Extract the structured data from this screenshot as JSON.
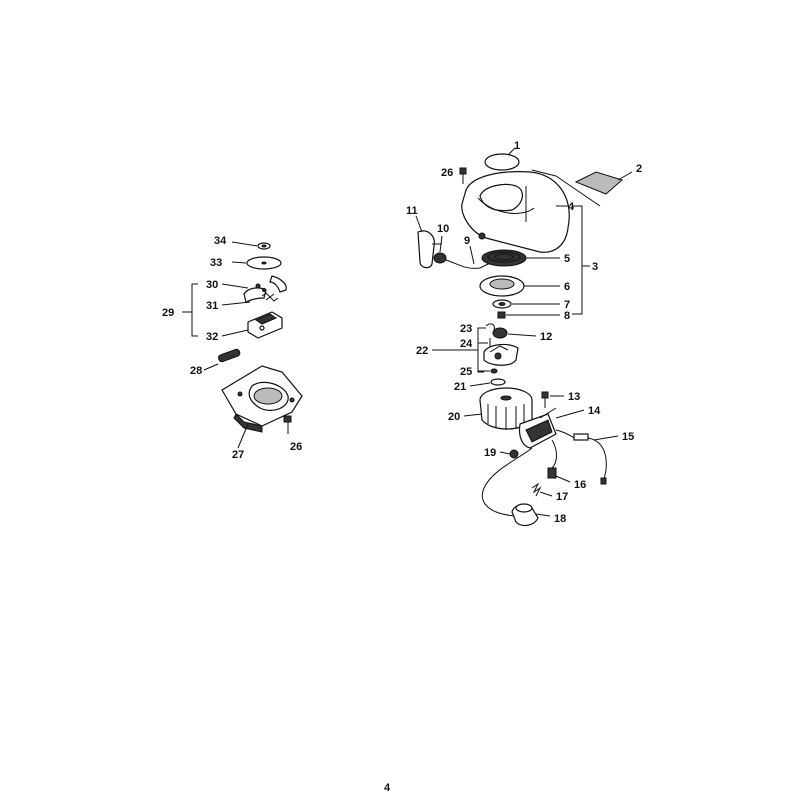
{
  "labels": {
    "p1": "1",
    "p2": "2",
    "p3": "3",
    "p4": "4",
    "p5": "5",
    "p6": "6",
    "p7": "7",
    "p8": "8",
    "p9": "9",
    "p10": "10",
    "p11": "11",
    "p12": "12",
    "p13": "13",
    "p14": "14",
    "p15": "15",
    "p16": "16",
    "p17": "17",
    "p18": "18",
    "p19": "19",
    "p20": "20",
    "p21": "21",
    "p22": "22",
    "p23": "23",
    "p24": "24",
    "p25": "25",
    "p26a": "26",
    "p26b": "26",
    "p27": "27",
    "p28": "28",
    "p29": "29",
    "p30": "30",
    "p31": "31",
    "p32": "32",
    "p33": "33",
    "p34": "34"
  },
  "page_number": "4"
}
